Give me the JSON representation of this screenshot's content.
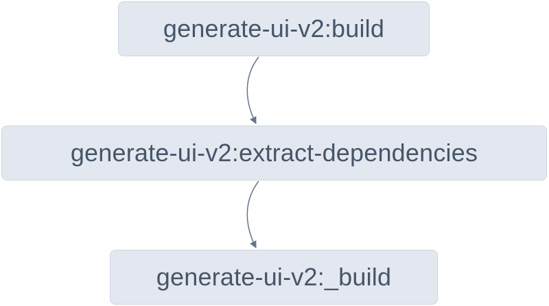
{
  "diagram": {
    "nodes": [
      {
        "id": "build",
        "label": "generate-ui-v2:build"
      },
      {
        "id": "extract",
        "label": "generate-ui-v2:extract-dependencies"
      },
      {
        "id": "underscore_build",
        "label": "generate-ui-v2:_build"
      }
    ],
    "edges": [
      {
        "from": "build",
        "to": "extract"
      },
      {
        "from": "extract",
        "to": "underscore_build"
      }
    ],
    "colors": {
      "node_fill": "#e3e8f0",
      "node_border": "#cdd5e1",
      "text": "#475569",
      "edge": "#64748b"
    }
  }
}
